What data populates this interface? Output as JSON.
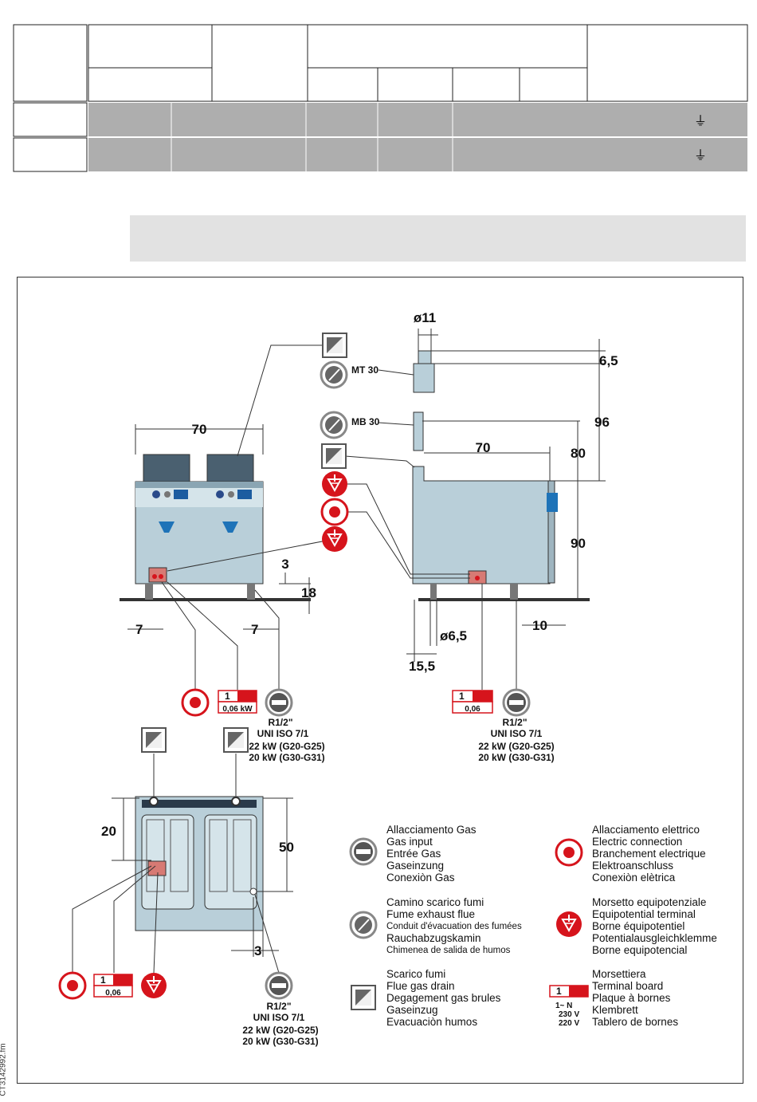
{
  "table": {
    "ground_symbol_row1": "⏚",
    "ground_symbol_row2": "⏚"
  },
  "front_view": {
    "width_dim": "70",
    "dim_3": "3",
    "dim_18": "18",
    "dim_7_left": "7",
    "dim_7_right": "7",
    "terminal_1": "1",
    "terminal_power": "0,06 kW",
    "gas_thread": "R1/2\"",
    "gas_standard": "UNI ISO 7/1",
    "gas_power_1": "22 kW (G20-G25)",
    "gas_power_2": "20 kW (G30-G31)"
  },
  "side_view": {
    "dim_d11": "ø11",
    "dim_6_5": "6,5",
    "dim_96": "96",
    "dim_80": "80",
    "dim_70": "70",
    "dim_90": "90",
    "dim_10": "10",
    "dim_d6_5": "ø6,5",
    "dim_15_5": "15,5",
    "label_mt30": "MT 30",
    "label_mb30": "MB 30",
    "terminal_1": "1",
    "terminal_power": "0,06",
    "gas_thread": "R1/2\"",
    "gas_standard": "UNI ISO 7/1",
    "gas_power_1": "22 kW (G20-G25)",
    "gas_power_2": "20 kW (G30-G31)"
  },
  "top_view": {
    "dim_20": "20",
    "dim_50": "50",
    "dim_3": "3",
    "terminal_1": "1",
    "terminal_power": "0,06",
    "gas_thread": "R1/2\"",
    "gas_standard": "UNI ISO 7/1",
    "gas_power_1": "22 kW (G20-G25)",
    "gas_power_2": "20 kW (G30-G31)"
  },
  "legend": {
    "gas": [
      "Allacciamento Gas",
      "Gas input",
      "Entrée Gas",
      "Gaseinzung",
      "Conexiòn Gas"
    ],
    "electric": [
      "Allacciamento elettrico",
      "Electric connection",
      "Branchement electrique",
      "Elektroanschluss",
      "Conexiòn elètrica"
    ],
    "flue": [
      "Camino scarico fumi",
      "Fume exhaust flue",
      "Conduit d'évacuation des fumées",
      "Rauchabzugskamin",
      "Chimenea de salida de humos"
    ],
    "equipotential": [
      "Morsetto equipotenziale",
      "Equipotential terminal",
      "Borne équipotentiel",
      "Potentialausgleichklemme",
      "Borne equipotencial"
    ],
    "exhaust": [
      "Scarico fumi",
      "Flue gas drain",
      "Degagement gas brules",
      "Gaseinzug",
      "Evacuaciòn humos"
    ],
    "terminal": [
      "Morsettiera",
      "Terminal board",
      "Plaque à bornes",
      "Klembrett",
      "Tablero de bornes"
    ],
    "terminal_icon_1": "1",
    "terminal_icon_phase": "1~ N",
    "terminal_icon_v1": "230 V",
    "terminal_icon_v2": "220 V"
  },
  "file_code": "CT3142992.fm"
}
